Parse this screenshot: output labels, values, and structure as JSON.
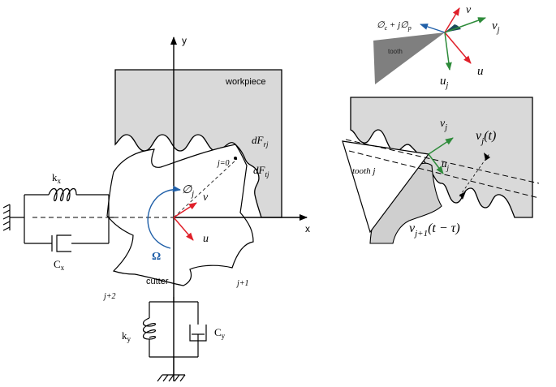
{
  "left_figure": {
    "axis_x": "x",
    "axis_y": "y",
    "workpiece": "workpiece",
    "cutter": "cutter",
    "tooth_index_0": "j=0",
    "tooth_index_1": "j+1",
    "tooth_index_2": "j+2",
    "force_radial": "dF",
    "force_radial_sub": "rj",
    "force_tangential": "dF",
    "force_tangential_sub": "tj",
    "angle": "∅",
    "angle_sub": "j",
    "velocity_v": "v",
    "velocity_u": "u",
    "spin": "Ω",
    "stiffness_x": "k",
    "stiffness_x_sub": "x",
    "damping_x": "C",
    "damping_x_sub": "x",
    "stiffness_y": "k",
    "stiffness_y_sub": "y",
    "damping_y": "C",
    "damping_y_sub": "y"
  },
  "right_top": {
    "tooth": "tooth",
    "phase": "∅",
    "phase_sub_c": "c",
    "phase_mid": " + j∅",
    "phase_sub_p": "p",
    "v": "v",
    "vj": "v",
    "vj_sub": "j",
    "u": "u",
    "uj": "u",
    "uj_sub": "j"
  },
  "right_bottom": {
    "tooth": "tooth j",
    "vj": "v",
    "vj_sub": "j",
    "uj": "u",
    "uj_sub": "j",
    "vjt": "v",
    "vjt_sub": "j",
    "vjt_arg": "(t)",
    "vj1": "v",
    "vj1_sub": "j+1",
    "vj1_arg": "(t − τ)"
  },
  "colors": {
    "workpiece_fill": "#d9d9d9",
    "red_arrow": "#e0202a",
    "green_arrow": "#2e8b3a",
    "blue_arrow": "#1f5fa8",
    "dark_teal": "#1d4a5a",
    "tooth_gray": "#7f7f7f",
    "chip_gray": "#cfcfcf"
  }
}
